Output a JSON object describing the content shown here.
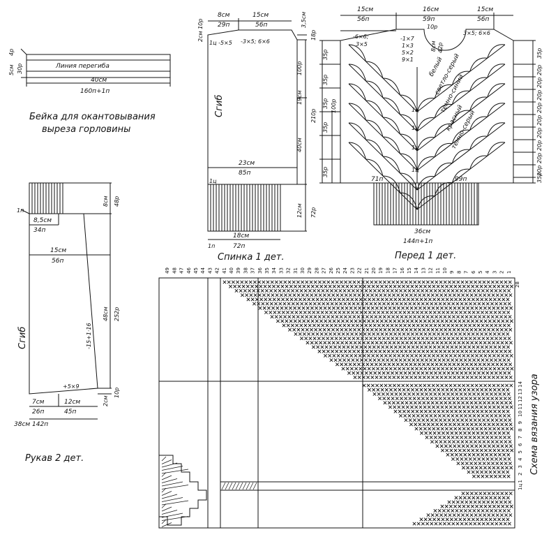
{
  "binding": {
    "fold_line": "Линия перегиба",
    "width_cm": "40см",
    "width_loops": "160п+1п",
    "height_cm": "5см",
    "height_rows": "30р",
    "edge_rows": "4р",
    "caption_line1": "Бейка для окантовывания",
    "caption_line2": "выреза горловины"
  },
  "back": {
    "top_left_cm": "8см",
    "top_left_loops": "29п",
    "top_right_cm": "15см",
    "top_right_loops": "56п",
    "drop_cm": "3,5см",
    "shoulder_left": "2см 10р",
    "shoulder_rows": "18р",
    "dec1": "1ц -5×5",
    "dec2": "-3×5; 6×6",
    "armhole_cm": "19см",
    "armhole_rows": "100р",
    "body_cm": "40см",
    "body_rows": "210р",
    "fold": "Сгиб",
    "width_cm": "23см",
    "width_loops": "85п",
    "edge": "1ц",
    "rib_cm": "12см",
    "rib_rows": "72р",
    "bottom_cm": "18см",
    "bottom_loops": "72п",
    "bottom_edge": "1п",
    "caption": "Спинка 1 дет."
  },
  "front": {
    "l_cm": "15см",
    "l_loops": "56п",
    "c_cm": "16см",
    "c_loops": "59п",
    "r_cm": "15см",
    "r_loops": "56п",
    "neck_rows": "10р",
    "neck_cm": "8см",
    "neck_rows2": "42р",
    "dec_left_a": "-6×6;",
    "dec_left_b": "3×5",
    "dec_right": "3×5; 6×6",
    "n1": "-1×7",
    "n2": "1×3",
    "n3": "5×2",
    "n4": "9×1",
    "rows_left": [
      "35р",
      "35р",
      "35р",
      "35р",
      "35р"
    ],
    "rows_left_total": "100р",
    "rows_right": [
      "35р",
      "20р",
      "20р",
      "20р",
      "20р",
      "20р",
      "20р",
      "20р",
      "20р",
      "20р",
      "35р"
    ],
    "stripe_colors": [
      "белый",
      "светло-серый",
      "темно-синий",
      "красный",
      "темно-серый"
    ],
    "edge": "1ц",
    "bottom_left": "71п",
    "bottom_right": "99п",
    "rib_cm": "36см",
    "rib_loops": "144п+1п",
    "caption": "Перед 1 дет."
  },
  "sleeve": {
    "edge_loop": "1п",
    "rib_cm": "8см",
    "rib_rows": "48р",
    "top_cm": "8,5см",
    "top_loops": "34п",
    "mid_cm": "15см",
    "mid_loops": "56п",
    "fold": "Сгиб",
    "inc": "-15+1·16",
    "len_cm": "48см",
    "len_rows": "252р",
    "dec": "+5×9",
    "bottom_left_cm": "7см",
    "bottom_left_loops": "26п",
    "bottom_right_cm": "12см",
    "bottom_right_loops": "45п",
    "bottom_rows_cm": "2см",
    "bottom_rows": "10р",
    "total": "38см 142п",
    "caption": "Рукав 2 дет."
  },
  "chart": {
    "caption": "Схема вязания узора",
    "columns": [
      "1",
      "2",
      "3",
      "4",
      "5",
      "6",
      "7",
      "8",
      "9",
      "10",
      "11",
      "12",
      "13",
      "14",
      "15",
      "16",
      "17",
      "18",
      "19",
      "20",
      "21",
      "22",
      "23",
      "24",
      "25",
      "26",
      "27",
      "28",
      "29",
      "30",
      "31",
      "32",
      "33",
      "34",
      "35",
      "36",
      "37",
      "38",
      "39",
      "40",
      "41",
      "42",
      "43",
      "44",
      "45",
      "46",
      "47",
      "48",
      "49"
    ],
    "rows_upper": [
      "28"
    ],
    "rows_lower": [
      "1ц",
      "1",
      "2",
      "3",
      "4",
      "5",
      "6",
      "7",
      "8",
      "9",
      "10",
      "11",
      "12",
      "13",
      "14"
    ],
    "cross_color": "#111111"
  }
}
